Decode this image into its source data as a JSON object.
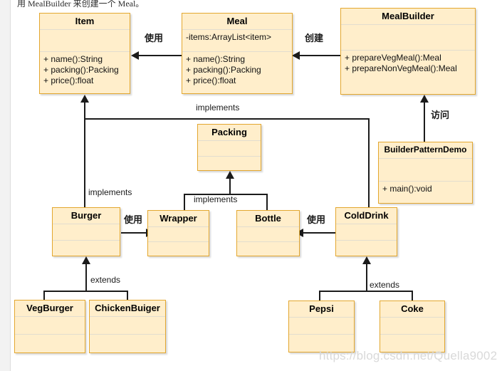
{
  "page": {
    "top_note": "用 MealBuilder 来创建一个 Meal。",
    "watermark": "https://blog.csdn.net/Quella9002",
    "colors": {
      "box_fill": "#ffeecb",
      "box_border": "#e3a72f",
      "line": "#1b1b1b",
      "compartment_divider": "#e2ddcf",
      "page_background": "#ffffff",
      "gutter": "#f2f2f2",
      "watermark": "#d9d9d9"
    }
  },
  "classes": {
    "item": {
      "name": "Item",
      "attributes": [],
      "operations": [
        "+ name():String",
        "+ packing():Packing",
        "+ price():float"
      ]
    },
    "meal": {
      "name": "Meal",
      "attributes": [
        "-items:ArrayList<item>"
      ],
      "operations": [
        "+ name():String",
        "+ packing():Packing",
        "+ price():float"
      ]
    },
    "meal_builder": {
      "name": "MealBuilder",
      "attributes": [],
      "operations": [
        "+ prepareVegMeal():Meal",
        "+ prepareNonVegMeal():Meal"
      ]
    },
    "packing": {
      "name": "Packing",
      "attributes": [],
      "operations": []
    },
    "builder_pattern_demo": {
      "name": "BuilderPatternDemo",
      "attributes": [],
      "operations": [
        "+ main():void"
      ]
    },
    "burger": {
      "name": "Burger",
      "attributes": [],
      "operations": []
    },
    "wrapper": {
      "name": "Wrapper",
      "attributes": [],
      "operations": []
    },
    "bottle": {
      "name": "Bottle",
      "attributes": [],
      "operations": []
    },
    "cold_drink": {
      "name": "ColdDrink",
      "attributes": [],
      "operations": []
    },
    "veg_burger": {
      "name": "VegBurger",
      "attributes": [],
      "operations": []
    },
    "chicken_buiger": {
      "name": "ChickenBuiger",
      "attributes": [],
      "operations": []
    },
    "pepsi": {
      "name": "Pepsi",
      "attributes": [],
      "operations": []
    },
    "coke": {
      "name": "Coke",
      "attributes": [],
      "operations": []
    }
  },
  "relations": {
    "meal_uses_item": "使用",
    "meal_builder_creates_meal": "创建",
    "demo_visits_meal_builder": "访问",
    "burger_implements_item": "implements",
    "cold_drink_implements_item": "implements",
    "wrapper_implements_packing": "implements",
    "bottle_implements_packing": "implements",
    "burger_uses_wrapper": "使用",
    "cold_drink_uses_bottle": "使用",
    "burger_subclasses_extends": "extends",
    "cold_drink_subclasses_extends": "extends"
  }
}
